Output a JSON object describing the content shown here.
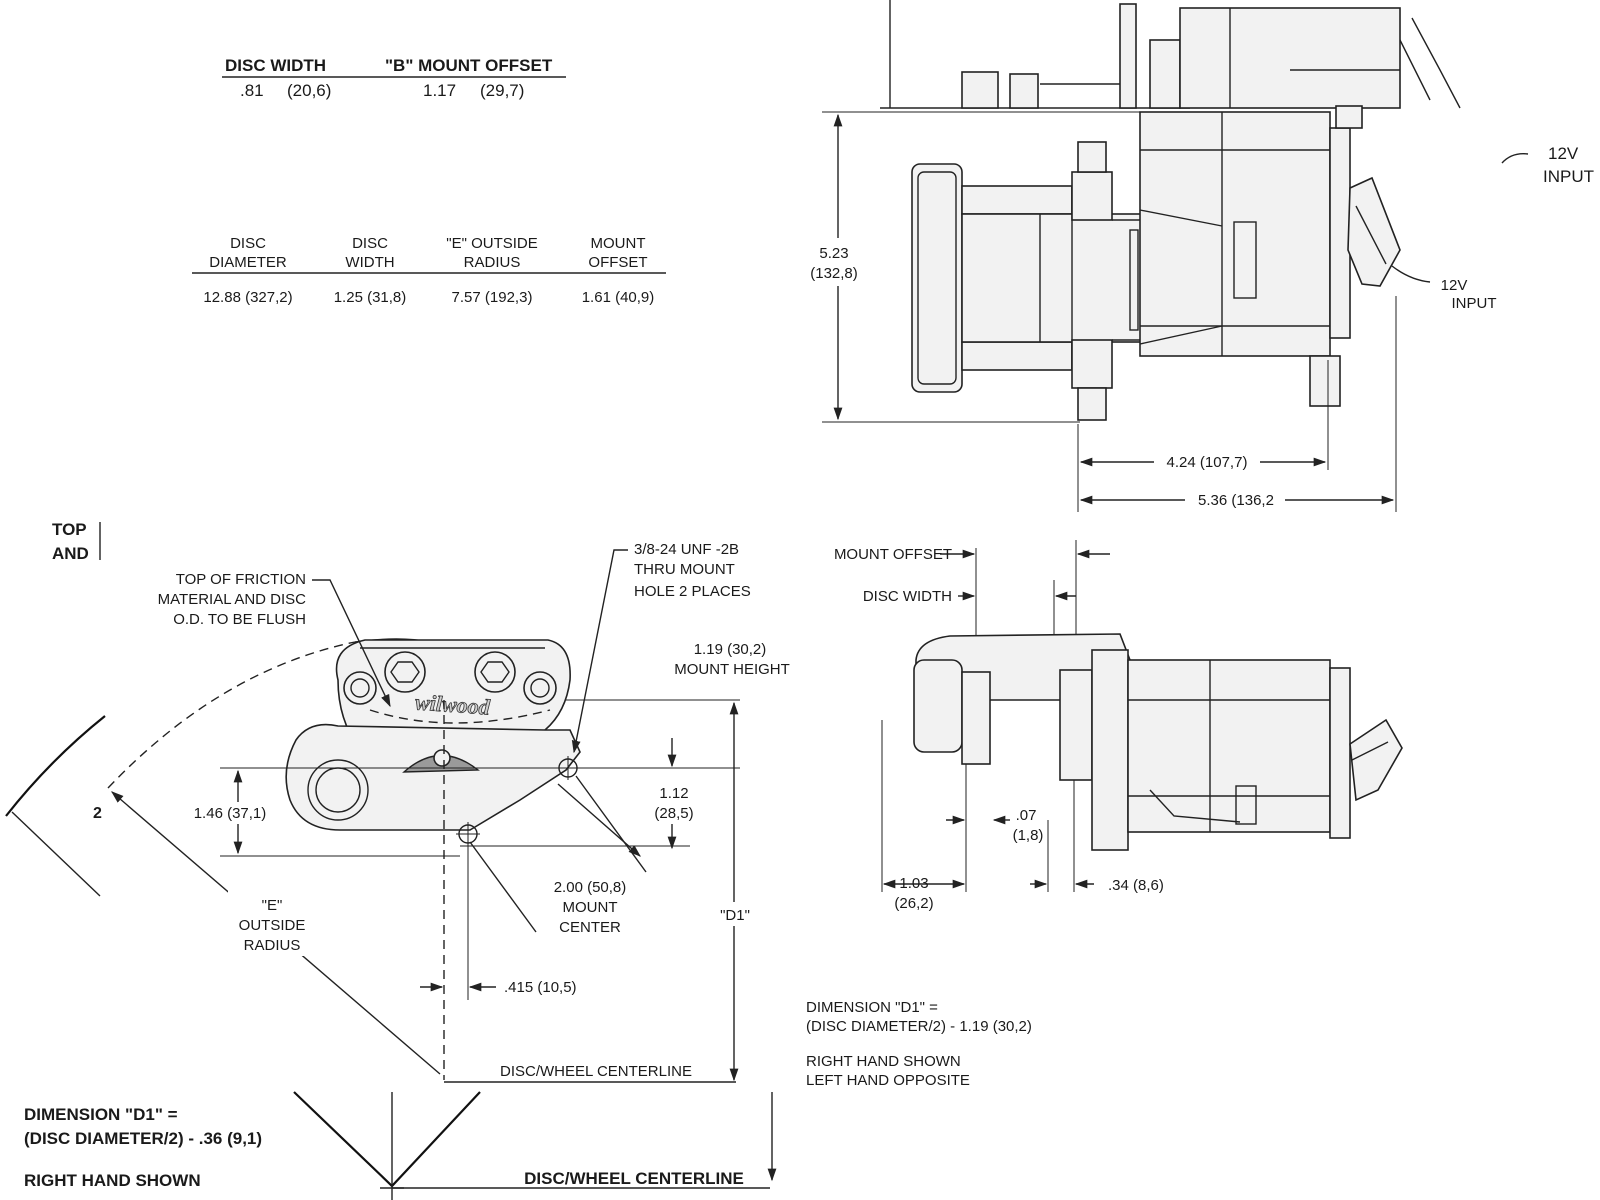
{
  "table_small": {
    "headers": [
      "DISC WIDTH",
      "\"B\" MOUNT OFFSET"
    ],
    "row": [
      ".81",
      "(20,6)",
      "1.17",
      "(29,7)"
    ]
  },
  "table_main": {
    "headers": [
      [
        "DISC",
        "DIAMETER"
      ],
      [
        "DISC",
        "WIDTH"
      ],
      [
        "\"E\" OUTSIDE",
        "RADIUS"
      ],
      [
        "MOUNT",
        "OFFSET"
      ]
    ],
    "row": [
      "12.88  (327,2)",
      "1.25  (31,8)",
      "7.57  (192,3)",
      "1.61  (40,9)"
    ]
  },
  "top_view": {
    "height_dim": [
      "5.23",
      "(132,8)"
    ],
    "inner_width_dim": "4.24 (107,7)",
    "outer_width_dim": "5.36 (136,2",
    "input_label_top": [
      "12V",
      "INPUT"
    ],
    "input_label_side": [
      "12V",
      "INPUT"
    ]
  },
  "front_view": {
    "truncated_label": [
      "TOP",
      "AND"
    ],
    "truncated_digit": "2",
    "friction_note": [
      "TOP OF FRICTION",
      "MATERIAL AND DISC",
      "O.D. TO BE FLUSH"
    ],
    "thread_note": [
      "3/8-24 UNF -2B",
      "THRU MOUNT",
      "HOLE 2 PLACES"
    ],
    "mount_height": [
      "1.19 (30,2)",
      "MOUNT HEIGHT"
    ],
    "dim_146": "1.46 (37,1)",
    "dim_112": [
      "1.12",
      "(28,5)"
    ],
    "mount_center": [
      "2.00 (50,8)",
      "MOUNT",
      "CENTER"
    ],
    "e_radius": [
      "\"E\"",
      "OUTSIDE",
      "RADIUS"
    ],
    "d1": "\"D1\"",
    "dim_415": ".415 (10,5)",
    "centerline": "DISC/WHEEL CENTERLINE",
    "logo": "wilwood"
  },
  "side_view": {
    "mount_offset": "MOUNT OFFSET",
    "disc_width": "DISC WIDTH",
    "dim_07": [
      ".07",
      "(1,8)"
    ],
    "dim_103": [
      "1.03",
      "(26,2)"
    ],
    "dim_34": ".34 (8,6)"
  },
  "notes_right": {
    "d1_formula": [
      "DIMENSION \"D1\" =",
      "(DISC DIAMETER/2) - 1.19 (30,2)"
    ],
    "hand": [
      "RIGHT HAND SHOWN",
      "LEFT HAND OPPOSITE"
    ]
  },
  "notes_left": {
    "d1_formula": [
      "DIMENSION \"D1\" =",
      "(DISC DIAMETER/2) - .36 (9,1)"
    ],
    "hand": "RIGHT HAND SHOWN",
    "centerline": "DISC/WHEEL CENTERLINE"
  }
}
